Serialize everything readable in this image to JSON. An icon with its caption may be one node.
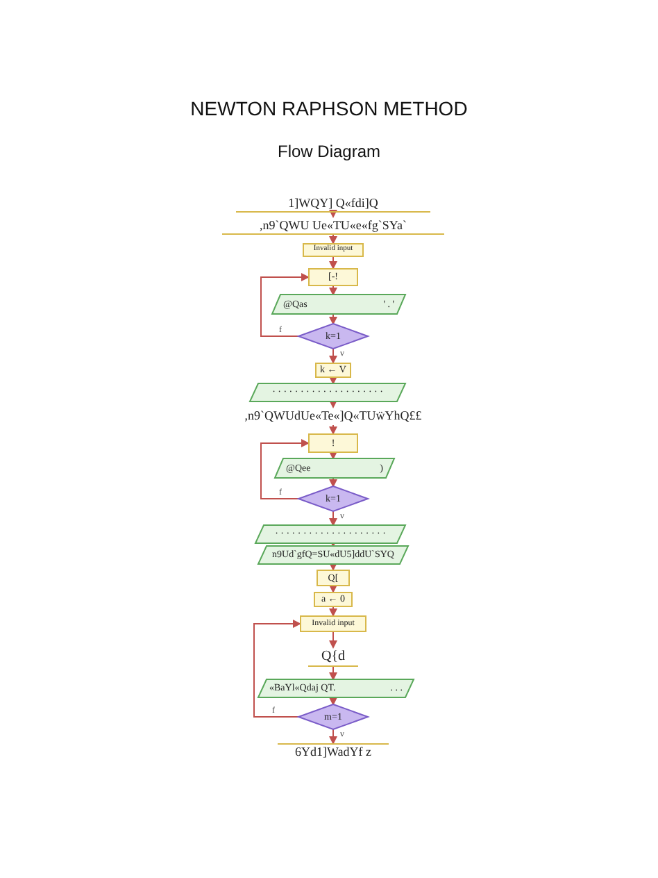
{
  "diagram": {
    "title": "NEWTON RAPHSON METHOD",
    "caption": "Flow Diagram",
    "nodes": [
      {
        "text": [
          "1]WQY] Q«fdi]Q"
        ]
      },
      {
        "text": [
          ",n9`QWU Ue«TU«e«fg`SYa`"
        ]
      },
      {
        "text": [
          "Invalid input"
        ]
      },
      {
        "text": [
          "[-!"
        ]
      },
      {
        "text": [
          "@Qas",
          "' . '"
        ]
      },
      {
        "text": [
          "k=1"
        ]
      },
      {
        "text": [
          "k ← V"
        ]
      },
      {
        "text": [
          "· · · · · · · · · · · · · · · · · · · ·"
        ]
      },
      {
        "text": [
          ",n9`QWUdUe«Te«]Q«TUẅYhQ££"
        ]
      },
      {
        "text": [
          "!"
        ]
      },
      {
        "text": [
          "@Qee",
          ")"
        ]
      },
      {
        "text": [
          "k=1"
        ]
      },
      {
        "text": [
          "· · · · · · · · · · · · · · · · · · · ·"
        ]
      },
      {
        "text": [
          "n9Ud`gfQ=SU«dU5]ddU`SYQ"
        ]
      },
      {
        "text": [
          "Q["
        ]
      },
      {
        "text": [
          "a ← 0"
        ]
      },
      {
        "text": [
          "Invalid input"
        ]
      },
      {
        "text": [
          "Q{d"
        ]
      },
      {
        "text": [
          "«BaYl«Qdaj QT.",
          ". . ."
        ]
      },
      {
        "text": [
          "m=1"
        ]
      },
      {
        "text": [
          "6Yd1]WadYf z"
        ]
      }
    ],
    "edges": [
      {
        "from": 0,
        "to": 1,
        "arrow": "to"
      },
      {
        "from": 1,
        "to": 2,
        "arrow": "to"
      },
      {
        "from": 2,
        "to": 3,
        "arrow": "to"
      },
      {
        "from": 3,
        "to": 4,
        "arrow": "to"
      },
      {
        "from": 4,
        "to": 5,
        "arrow": "to"
      },
      {
        "from": 5,
        "to": 3,
        "arrow": "to",
        "label": "f"
      },
      {
        "from": 5,
        "to": 6,
        "arrow": "to",
        "label": "v"
      },
      {
        "from": 6,
        "to": 7,
        "arrow": "to"
      },
      {
        "from": 7,
        "to": 8,
        "arrow": "to"
      },
      {
        "from": 8,
        "to": 9,
        "arrow": "to"
      },
      {
        "from": 9,
        "to": 10,
        "arrow": "to"
      },
      {
        "from": 10,
        "to": 11,
        "arrow": "to"
      },
      {
        "from": 11,
        "to": 9,
        "arrow": "to",
        "label": "f"
      },
      {
        "from": 11,
        "to": 12,
        "arrow": "to",
        "label": "v"
      },
      {
        "from": 12,
        "to": 13,
        "arrow": "to"
      },
      {
        "from": 13,
        "to": 14,
        "arrow": "to"
      },
      {
        "from": 14,
        "to": 15,
        "arrow": "to"
      },
      {
        "from": 15,
        "to": 16,
        "arrow": "to"
      },
      {
        "from": 16,
        "to": 17,
        "arrow": "to"
      },
      {
        "from": 17,
        "to": 18,
        "arrow": "to"
      },
      {
        "from": 18,
        "to": 19,
        "arrow": "to"
      },
      {
        "from": 19,
        "to": 16,
        "arrow": "to",
        "label": "f"
      },
      {
        "from": 19,
        "to": 20,
        "arrow": "to",
        "label": "v"
      }
    ]
  }
}
